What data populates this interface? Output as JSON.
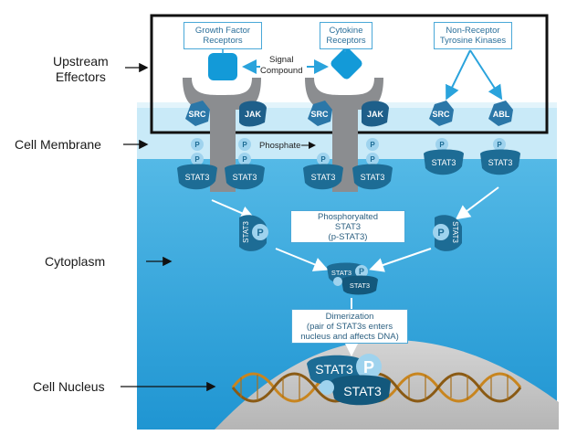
{
  "side_labels": {
    "upstream": [
      "Upstream",
      "Effectors"
    ],
    "membrane": "Cell Membrane",
    "cytoplasm": "Cytoplasm",
    "nucleus": "Cell Nucleus"
  },
  "receptors": {
    "growth_factor": [
      "Growth Factor",
      "Receptors"
    ],
    "cytokine": [
      "Cytokine",
      "Receptors"
    ],
    "non_receptor": [
      "Non-Receptor",
      "Tyrosine Kinases"
    ]
  },
  "signal_compound": [
    "Signal",
    "Compound"
  ],
  "phosphate_label": "Phosphate",
  "kinases": [
    "SRC",
    "JAK",
    "SRC",
    "JAK",
    "SRC",
    "ABL"
  ],
  "p": "P",
  "stat3": "STAT3",
  "phosphorylated": [
    "Phosphoryalted",
    "STAT3",
    "(p-STAT3)"
  ],
  "dimerization": [
    "Dimerization",
    "(pair of STAT3s enters",
    "nucleus and affects DNA)"
  ],
  "colors": {
    "membrane": "#c9eaf8",
    "cytoplasm": "#3ea9dc",
    "nucleus": "#c6c6c6",
    "receptor": "#8b8d90",
    "stat3": "#1d6c95",
    "kinase": "#2b77a8",
    "ligand": "#139ad8",
    "arrow": "#2aa3dc",
    "dna_gold": "#c8851f"
  }
}
